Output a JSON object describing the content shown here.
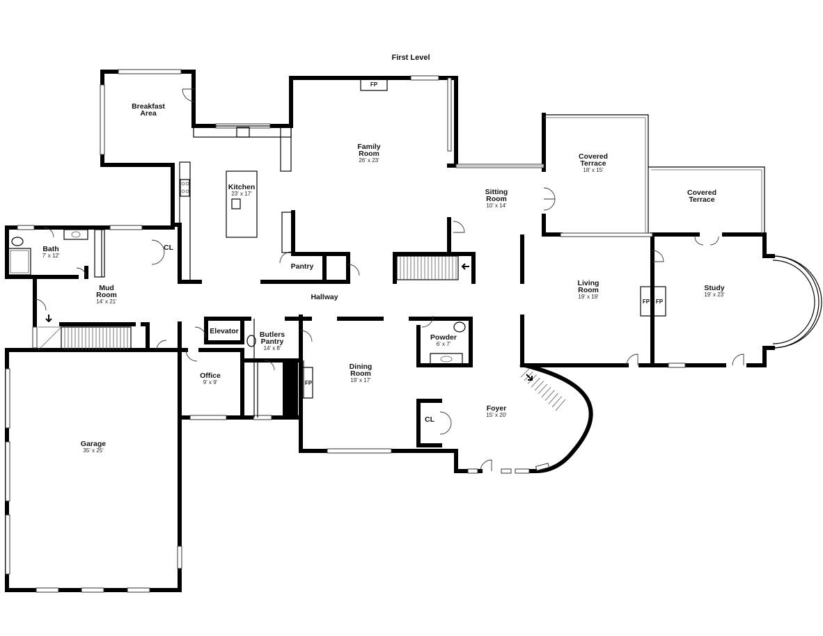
{
  "title": "First Level",
  "rooms": [
    {
      "name": "Breakfast Area",
      "dims": ""
    },
    {
      "name": "Family Room",
      "dims": "26' x 23'"
    },
    {
      "name": "Kitchen",
      "dims": "23' x 17'"
    },
    {
      "name": "Sitting Room",
      "dims": "10' x 14'"
    },
    {
      "name": "Covered Terrace",
      "dims": "18' x 15'"
    },
    {
      "name": "Covered Terrace",
      "dims": ""
    },
    {
      "name": "Bath",
      "dims": "7' x 12'"
    },
    {
      "name": "CL",
      "dims": ""
    },
    {
      "name": "Mud Room",
      "dims": "14' x 21'"
    },
    {
      "name": "Pantry",
      "dims": ""
    },
    {
      "name": "Hallway",
      "dims": ""
    },
    {
      "name": "Living Room",
      "dims": "19' x 19'"
    },
    {
      "name": "Study",
      "dims": "19' x 23'"
    },
    {
      "name": "Elevator",
      "dims": ""
    },
    {
      "name": "Butlers Pantry",
      "dims": "14' x 8'"
    },
    {
      "name": "Powder",
      "dims": "6' x 7'"
    },
    {
      "name": "Office",
      "dims": "9' x 9'"
    },
    {
      "name": "Dining Room",
      "dims": "19' x 17'"
    },
    {
      "name": "Foyer",
      "dims": "15' x 20'"
    },
    {
      "name": "CL",
      "dims": ""
    },
    {
      "name": "Garage",
      "dims": "35' x 25'"
    }
  ],
  "fireplaces": [
    "FP",
    "FP",
    "FP",
    "FP"
  ]
}
